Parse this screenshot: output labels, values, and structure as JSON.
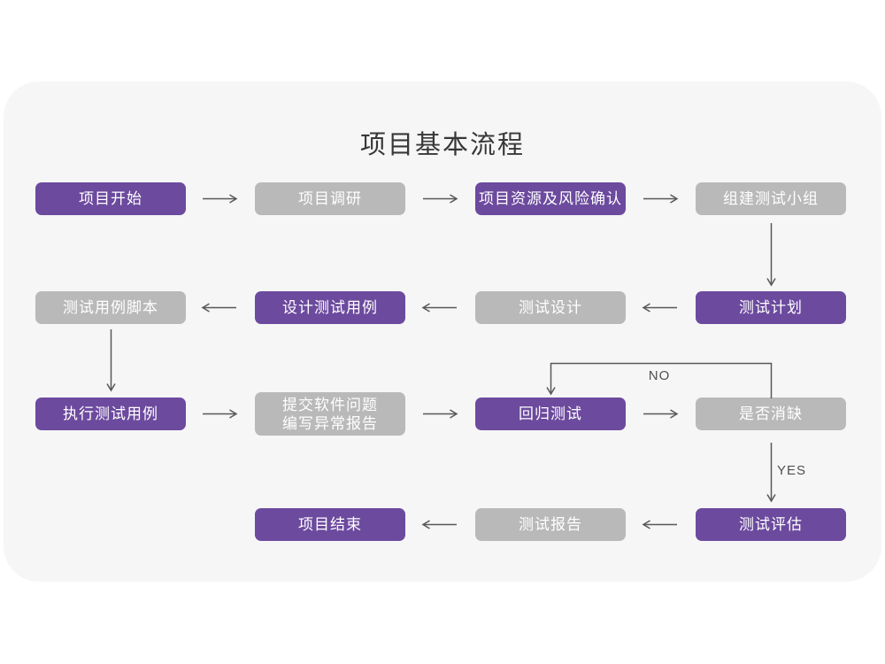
{
  "title": "项目基本流程",
  "colors": {
    "purple": "#6C4A9E",
    "gray": "#B9B9BA",
    "card_bg": "#F6F6F7",
    "line": "#58585A",
    "label_color": "#4F4F51",
    "text_light": "#FFFFFF",
    "title_color": "#383838"
  },
  "edge_labels": {
    "no": "NO",
    "yes": "YES"
  },
  "nodes": [
    {
      "id": "project-start",
      "label": "项目开始",
      "type": "purple"
    },
    {
      "id": "project-research",
      "label": "项目调研",
      "type": "gray"
    },
    {
      "id": "resource-risk",
      "label": "项目资源及风险确认",
      "type": "purple"
    },
    {
      "id": "build-test-team",
      "label": "组建测试小组",
      "type": "gray"
    },
    {
      "id": "test-case-script",
      "label": "测试用例脚本",
      "type": "gray"
    },
    {
      "id": "design-test-case",
      "label": "设计测试用例",
      "type": "purple"
    },
    {
      "id": "test-design",
      "label": "测试设计",
      "type": "gray"
    },
    {
      "id": "test-plan",
      "label": "测试计划",
      "type": "purple"
    },
    {
      "id": "run-test-case",
      "label": "执行测试用例",
      "type": "purple"
    },
    {
      "id": "submit-issue",
      "label": "提交软件问题\n编写异常报告",
      "type": "gray"
    },
    {
      "id": "regression-test",
      "label": "回归测试",
      "type": "purple"
    },
    {
      "id": "defect-cleared",
      "label": "是否消缺",
      "type": "gray"
    },
    {
      "id": "project-end",
      "label": "项目结束",
      "type": "purple"
    },
    {
      "id": "test-report",
      "label": "测试报告",
      "type": "gray"
    },
    {
      "id": "test-evaluation",
      "label": "测试评估",
      "type": "purple"
    }
  ],
  "chart_data": {
    "type": "flowchart",
    "title": "项目基本流程",
    "flow": [
      "项目开始 -> 项目调研 -> 项目资源及风险确认 -> 组建测试小组 -> 测试计划 -> 测试设计 -> 设计测试用例 -> 测试用例脚本 -> 执行测试用例 -> 提交软件问题编写异常报告 -> 回归测试 -> 是否消缺",
      "是否消缺 -NO-> 回归测试",
      "是否消缺 -YES-> 测试评估 -> 测试报告 -> 项目结束"
    ]
  }
}
